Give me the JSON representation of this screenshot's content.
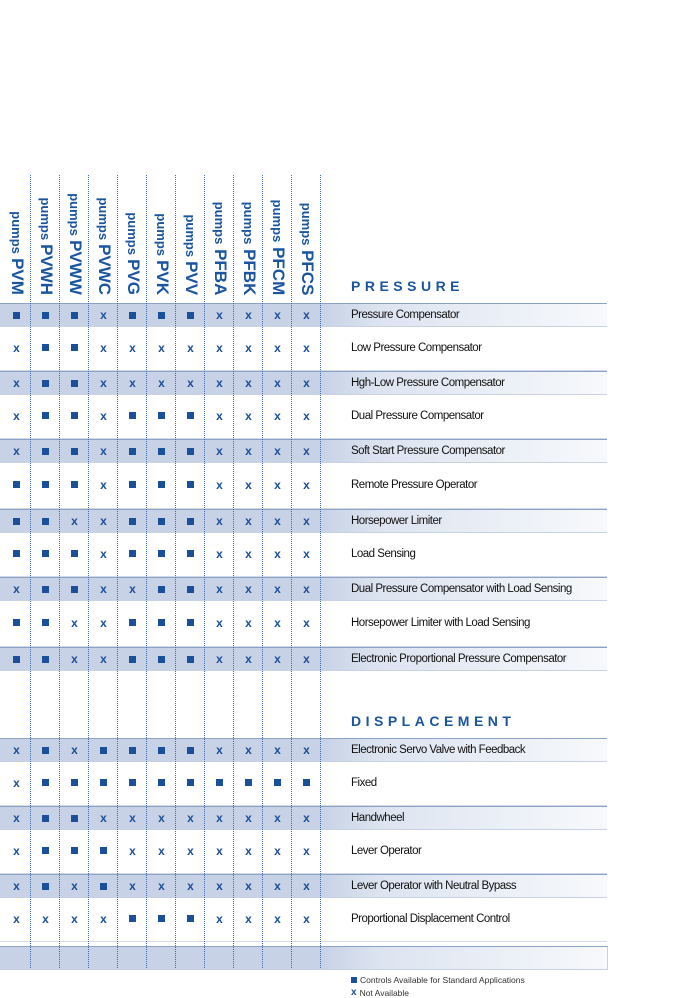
{
  "columns": [
    {
      "name": "PVM",
      "suffix": "pumps"
    },
    {
      "name": "PVWH",
      "suffix": "pumps"
    },
    {
      "name": "PVWW",
      "suffix": "pumps"
    },
    {
      "name": "PVWC",
      "suffix": "pumps"
    },
    {
      "name": "PVG",
      "suffix": "pumps"
    },
    {
      "name": "PVK",
      "suffix": "pumps"
    },
    {
      "name": "PVV",
      "suffix": "pumps"
    },
    {
      "name": "PFBA",
      "suffix": "pumps"
    },
    {
      "name": "PFBK",
      "suffix": "pumps"
    },
    {
      "name": "PFCM",
      "suffix": "pumps"
    },
    {
      "name": "PFCS",
      "suffix": "pumps"
    }
  ],
  "sections": [
    {
      "title": "PRESSURE",
      "rows": [
        {
          "label": "Pressure Compensator",
          "values": [
            "■",
            "■",
            "■",
            "x",
            "■",
            "■",
            "■",
            "x",
            "x",
            "x",
            "x"
          ]
        },
        {
          "label": "Low Pressure Compensator",
          "values": [
            "x",
            "■",
            "■",
            "x",
            "x",
            "x",
            "x",
            "x",
            "x",
            "x",
            "x"
          ]
        },
        {
          "label": "Hgh-Low Pressure Compensator",
          "values": [
            "x",
            "■",
            "■",
            "x",
            "x",
            "x",
            "x",
            "x",
            "x",
            "x",
            "x"
          ]
        },
        {
          "label": "Dual Pressure Compensator",
          "values": [
            "x",
            "■",
            "■",
            "x",
            "■",
            "■",
            "■",
            "x",
            "x",
            "x",
            "x"
          ]
        },
        {
          "label": "Soft Start Pressure Compensator",
          "values": [
            "x",
            "■",
            "■",
            "x",
            "■",
            "■",
            "■",
            "x",
            "x",
            "x",
            "x"
          ]
        },
        {
          "label": "Remote Pressure Operator",
          "values": [
            "■",
            "■",
            "■",
            "x",
            "■",
            "■",
            "■",
            "x",
            "x",
            "x",
            "x"
          ]
        },
        {
          "label": "Horsepower Limiter",
          "values": [
            "■",
            "■",
            "x",
            "x",
            "■",
            "■",
            "■",
            "x",
            "x",
            "x",
            "x"
          ]
        },
        {
          "label": "Load Sensing",
          "values": [
            "■",
            "■",
            "■",
            "x",
            "■",
            "■",
            "■",
            "x",
            "x",
            "x",
            "x"
          ]
        },
        {
          "label": "Dual Pressure Compensator with Load Sensing",
          "values": [
            "x",
            "■",
            "■",
            "x",
            "x",
            "■",
            "■",
            "x",
            "x",
            "x",
            "x"
          ]
        },
        {
          "label": "Horsepower Limiter with Load Sensing",
          "values": [
            "■",
            "■",
            "x",
            "x",
            "■",
            "■",
            "■",
            "x",
            "x",
            "x",
            "x"
          ]
        },
        {
          "label": "Electronic Proportional Pressure Compensator",
          "values": [
            "■",
            "■",
            "x",
            "x",
            "■",
            "■",
            "■",
            "x",
            "x",
            "x",
            "x"
          ]
        }
      ]
    },
    {
      "title": "DISPLACEMENT",
      "rows": [
        {
          "label": "Electronic Servo Valve with Feedback",
          "values": [
            "x",
            "■",
            "x",
            "■",
            "■",
            "■",
            "■",
            "x",
            "x",
            "x",
            "x"
          ]
        },
        {
          "label": "Fixed",
          "values": [
            "x",
            "■",
            "■",
            "■",
            "■",
            "■",
            "■",
            "■",
            "■",
            "■",
            "■"
          ]
        },
        {
          "label": "Handwheel",
          "values": [
            "x",
            "■",
            "■",
            "x",
            "x",
            "x",
            "x",
            "x",
            "x",
            "x",
            "x"
          ]
        },
        {
          "label": "Lever Operator",
          "values": [
            "x",
            "■",
            "■",
            "■",
            "x",
            "x",
            "x",
            "x",
            "x",
            "x",
            "x"
          ]
        },
        {
          "label": "Lever Operator with Neutral Bypass",
          "values": [
            "x",
            "■",
            "x",
            "■",
            "x",
            "x",
            "x",
            "x",
            "x",
            "x",
            "x"
          ]
        },
        {
          "label": "Proportional Displacement Control",
          "values": [
            "x",
            "x",
            "x",
            "x",
            "■",
            "■",
            "■",
            "x",
            "x",
            "x",
            "x"
          ]
        }
      ]
    }
  ],
  "legend": {
    "available": "Controls Available for Standard Applications",
    "not_available": "Not Available",
    "available_symbol": "■",
    "not_available_symbol": "x"
  },
  "colors": {
    "accent": "#1a55a0"
  }
}
